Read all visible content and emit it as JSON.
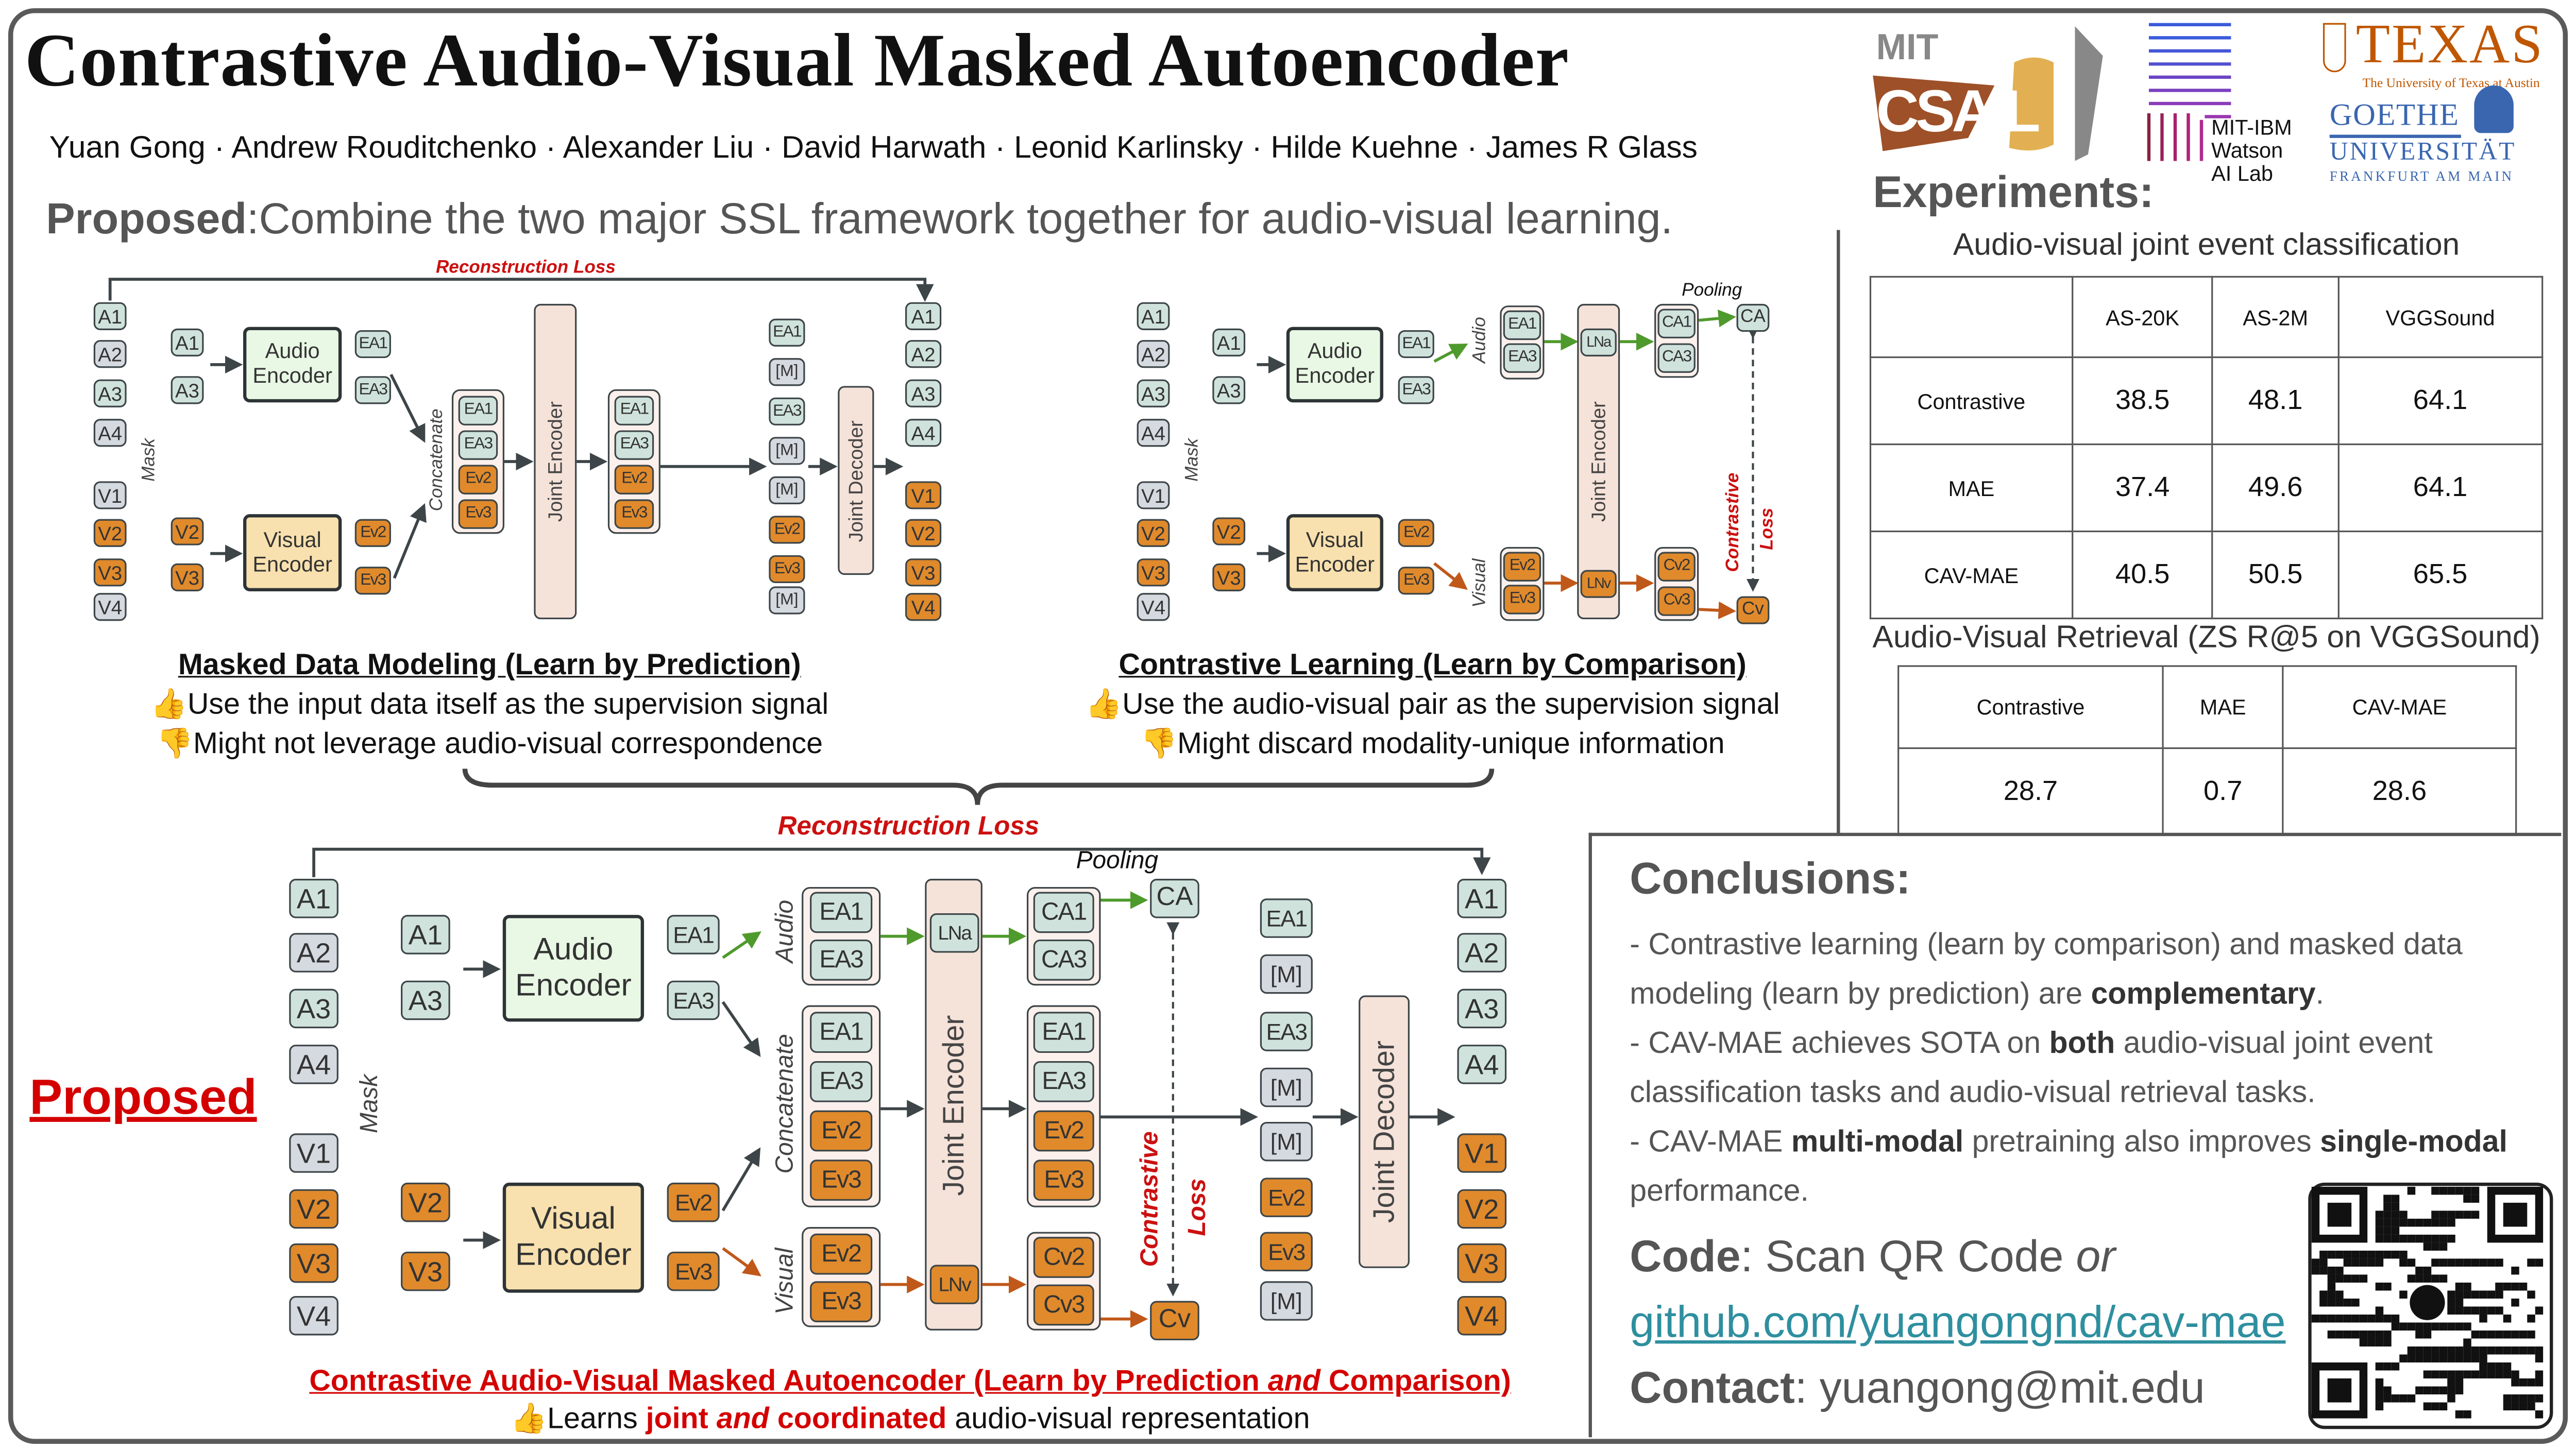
{
  "title": "Contrastive Audio-Visual Masked Autoencoder",
  "authors": "Yuan Gong · Andrew Rouditchenko · Alexander Liu · David Harwath · Leonid Karlinsky · Hilde Kuehne · James R Glass",
  "proposed_line": {
    "bold": "Proposed",
    "rest": ":Combine the two major SSL framework together for audio-visual learning."
  },
  "logos": {
    "csail": {
      "top": "MIT",
      "main": "CSAIL"
    },
    "ibm": [
      "MIT-IBM",
      "Watson",
      "AI Lab"
    ],
    "texas": {
      "main": "TEXAS",
      "sub": "The University of Texas at Austin"
    },
    "goethe": {
      "l1": "GOETHE",
      "l2": "UNIVERSITÄT",
      "l3": "FRANKFURT AM MAIN"
    }
  },
  "mdm": {
    "loss": "Reconstruction Loss",
    "mask": "Mask",
    "concat": "Concatenate",
    "audio_encoder": "Audio Encoder",
    "visual_encoder": "Visual Encoder",
    "joint_encoder": "Joint Encoder",
    "joint_decoder": "Joint Decoder",
    "input_column": [
      "A1",
      "A2",
      "A3",
      "A4",
      "V1",
      "V2",
      "V3",
      "V4"
    ],
    "masked": [
      "A2",
      "A4",
      "V1",
      "V4"
    ],
    "audio_inputs": [
      "A1",
      "A3"
    ],
    "visual_inputs": [
      "V2",
      "V3"
    ],
    "audio_embeddings": [
      "EA1",
      "EA3"
    ],
    "visual_embeddings": [
      "Ev2",
      "Ev3"
    ],
    "concat_tokens": [
      "EA1",
      "EA3",
      "Ev2",
      "Ev3"
    ],
    "decoder_inputs": [
      "EA1",
      "[M]",
      "EA3",
      "[M]",
      "[M]",
      "Ev2",
      "Ev3",
      "[M]"
    ],
    "output_column": [
      "A1",
      "A2",
      "A3",
      "A4",
      "V1",
      "V2",
      "V3",
      "V4"
    ],
    "caption_title": "Masked Data Modeling (Learn by Prediction)",
    "pro": "👍Use the input data itself as the supervision signal",
    "con": "👎Might not leverage audio-visual correspondence"
  },
  "cl": {
    "mask": "Mask",
    "audio": "Audio",
    "visual": "Visual",
    "pooling": "Pooling",
    "contrastive_loss": [
      "Contrastive",
      "Loss"
    ],
    "audio_encoder": "Audio Encoder",
    "visual_encoder": "Visual Encoder",
    "joint_encoder": "Joint Encoder",
    "input_column": [
      "A1",
      "A2",
      "A3",
      "A4",
      "V1",
      "V2",
      "V3",
      "V4"
    ],
    "masked": [
      "A2",
      "A4",
      "V1",
      "V4"
    ],
    "audio_inputs": [
      "A1",
      "A3"
    ],
    "visual_inputs": [
      "V2",
      "V3"
    ],
    "audio_embeddings": [
      "EA1",
      "EA3"
    ],
    "visual_embeddings": [
      "Ev2",
      "Ev3"
    ],
    "ln": [
      "LNa",
      "LNv"
    ],
    "audio_out": [
      "CA1",
      "CA3"
    ],
    "visual_out": [
      "Cv2",
      "Cv3"
    ],
    "pooled": [
      "CA",
      "Cv"
    ],
    "caption_title": "Contrastive Learning (Learn by Comparison)",
    "pro": "👍Use the audio-visual pair as the supervision signal",
    "con": "👎Might discard modality-unique information"
  },
  "proposed": {
    "tag": "Proposed",
    "loss": "Reconstruction Loss",
    "mask": "Mask",
    "audio": "Audio",
    "visual": "Visual",
    "concat": "Concatenate",
    "pooling": "Pooling",
    "contrastive_loss": [
      "Contrastive",
      "Loss"
    ],
    "audio_encoder": "Audio Encoder",
    "visual_encoder": "Visual Encoder",
    "joint_encoder": "Joint Encoder",
    "joint_decoder": "Joint Decoder",
    "input_column": [
      "A1",
      "A2",
      "A3",
      "A4",
      "V1",
      "V2",
      "V3",
      "V4"
    ],
    "masked": [
      "A2",
      "A4",
      "V1",
      "V4"
    ],
    "audio_inputs": [
      "A1",
      "A3"
    ],
    "visual_inputs": [
      "V2",
      "V3"
    ],
    "audio_embeddings": [
      "EA1",
      "EA3"
    ],
    "visual_embeddings": [
      "Ev2",
      "Ev3"
    ],
    "concat_tokens": [
      "EA1",
      "EA3",
      "Ev2",
      "Ev3"
    ],
    "ln": [
      "LNa",
      "LNv"
    ],
    "audio_out": [
      "CA1",
      "CA3"
    ],
    "visual_out": [
      "Cv2",
      "Cv3"
    ],
    "pooled": [
      "CA",
      "Cv"
    ],
    "decoder_inputs": [
      "EA1",
      "[M]",
      "EA3",
      "[M]",
      "[M]",
      "Ev2",
      "Ev3",
      "[M]"
    ],
    "output_column": [
      "A1",
      "A2",
      "A3",
      "A4",
      "V1",
      "V2",
      "V3",
      "V4"
    ],
    "caption_title": "Contrastive Audio-Visual Masked Autoencoder (Learn by Prediction and Comparison)",
    "caption_parts": [
      "Contrastive Audio-Visual Masked Autoencoder (Learn by Prediction ",
      "and",
      " Comparison)"
    ],
    "benefit": [
      "👍Learns ",
      "joint",
      " ",
      "and",
      " ",
      "coordinated",
      " audio-visual representation"
    ]
  },
  "experiments": {
    "heading": "Experiments:",
    "table1": {
      "caption": "Audio-visual joint event classification",
      "columns": [
        "",
        "AS-20K",
        "AS-2M",
        "VGGSound"
      ],
      "rows": [
        {
          "label": "Contrastive",
          "values": [
            "38.5",
            "48.1",
            "64.1"
          ]
        },
        {
          "label": "MAE",
          "values": [
            "37.4",
            "49.6",
            "64.1"
          ]
        },
        {
          "label": "CAV-MAE",
          "values": [
            "40.5",
            "50.5",
            "65.5"
          ]
        }
      ]
    },
    "table2": {
      "caption": "Audio-Visual Retrieval (ZS R@5 on VGGSound)",
      "columns": [
        "Contrastive",
        "MAE",
        "CAV-MAE"
      ],
      "values": [
        "28.7",
        "0.7",
        "28.6"
      ]
    }
  },
  "conclusions": {
    "heading": "Conclusions:",
    "bullets": [
      [
        {
          "t": "- Contrastive learning (learn by comparison) and masked data modeling (learn by prediction) are "
        },
        {
          "t": "complementary",
          "b": true
        },
        {
          "t": "."
        }
      ],
      [
        {
          "t": "- CAV-MAE achieves SOTA on "
        },
        {
          "t": "both",
          "b": true
        },
        {
          "t": " audio-visual joint event classification tasks and audio-visual retrieval tasks."
        }
      ],
      [
        {
          "t": "- CAV-MAE "
        },
        {
          "t": "multi-modal",
          "b": true
        },
        {
          "t": " pretraining also improves "
        },
        {
          "t": "single-modal",
          "b": true
        },
        {
          "t": " performance."
        }
      ]
    ]
  },
  "code": {
    "label": "Code",
    "text": ": Scan QR Code ",
    "or": "or",
    "link": "github.com/yuangongnd/cav-mae"
  },
  "contact": {
    "label": "Contact",
    "text": ": yuangong@mit.edu"
  },
  "colors": {
    "audio_token": "#cfe3dc",
    "visual_token": "#e08a2c",
    "mask_token": "#d5d9e0",
    "loss_red": "#cc1010",
    "link": "#2e8f9f"
  }
}
